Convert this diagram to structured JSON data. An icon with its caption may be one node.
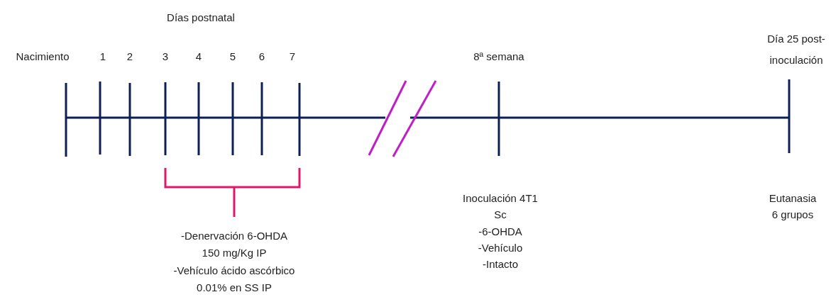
{
  "diagram": {
    "labels": [
      "Días postnatal",
      "Nacimiento",
      "1",
      "2",
      "3",
      "4",
      "5",
      "6",
      "7",
      "8ª semana",
      "Día 25 post-inoculación",
      "-Denervación 6-OHDA",
      "150 mg/Kg IP",
      "-Vehículo ácido ascórbico",
      "0.01% en SS IP",
      "Inoculación 4T1",
      "Sc",
      "-6-OHDA",
      "-Vehículo",
      "-Intacto",
      "Eutanasia",
      "6 grupos"
    ]
  }
}
